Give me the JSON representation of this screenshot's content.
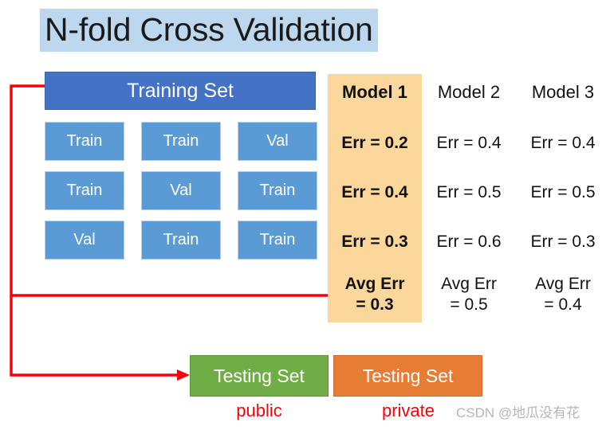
{
  "slide": {
    "title": "N-fold Cross Validation",
    "title_highlight_color": "#bdd7ee",
    "background_color": "#ffffff"
  },
  "training": {
    "header_label": "Training Set",
    "header_color": "#4472c4",
    "cell_color": "#5b9bd5",
    "grid": [
      [
        "Train",
        "Train",
        "Val"
      ],
      [
        "Train",
        "Val",
        "Train"
      ],
      [
        "Val",
        "Train",
        "Train"
      ]
    ]
  },
  "models": {
    "highlight_color": "#fcd79b",
    "highlighted_column": "Model 1",
    "columns": [
      {
        "name": "Model 1",
        "errors": [
          "Err = 0.2",
          "Err = 0.4",
          "Err = 0.3"
        ],
        "avg_label": "Avg Err",
        "avg_value": "= 0.3"
      },
      {
        "name": "Model 2",
        "errors": [
          "Err = 0.4",
          "Err = 0.5",
          "Err = 0.6"
        ],
        "avg_label": "Avg Err",
        "avg_value": "= 0.5"
      },
      {
        "name": "Model 3",
        "errors": [
          "Err = 0.4",
          "Err = 0.5",
          "Err = 0.3"
        ],
        "avg_label": "Avg Err",
        "avg_value": "= 0.4"
      }
    ]
  },
  "testing": {
    "public": {
      "box_label": "Testing Set",
      "caption": "public",
      "box_color": "#70ad47",
      "caption_color": "#fb0007"
    },
    "private": {
      "box_label": "Testing Set",
      "caption": "private",
      "box_color": "#e77c34",
      "caption_color": "#fb0007"
    }
  },
  "connectors": {
    "color": "#fb0007"
  },
  "watermark": {
    "text": "CSDN @地瓜没有花"
  }
}
